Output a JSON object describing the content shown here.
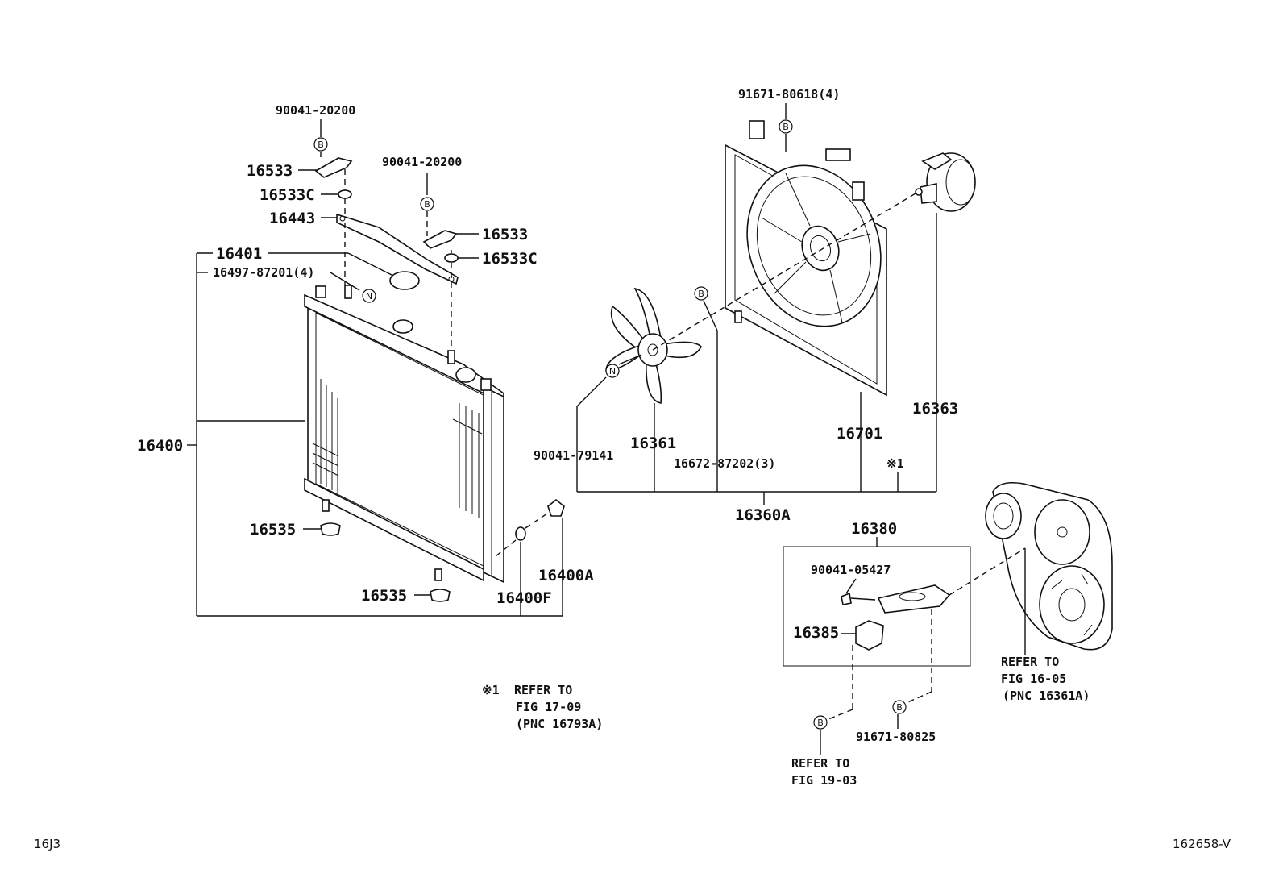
{
  "labels": {
    "p16533_top": "16533",
    "p16533c_top": "16533C",
    "p16443": "16443",
    "p16533_right": "16533",
    "p16533c_right": "16533C",
    "p16401": "16401",
    "p16497": "16497-87201(4)",
    "p16400": "16400",
    "p16535_a": "16535",
    "p16535_b": "16535",
    "p16400a": "16400A",
    "p16400f": "16400F",
    "p90041_20200_a": "90041-20200",
    "p90041_20200_b": "90041-20200",
    "p91671_80618": "91671-80618(4)",
    "p16363": "16363",
    "p16701": "16701",
    "p16361": "16361",
    "p90041_79141": "90041-79141",
    "p16672": "16672-87202(3)",
    "p_ref1": "※1",
    "p16360a": "16360A",
    "p16380": "16380",
    "p90041_05427": "90041-05427",
    "p16385": "16385",
    "p91671_80825": "91671-80825"
  },
  "markers": {
    "b": "B",
    "n": "N"
  },
  "notes": {
    "n1_mark": "※1",
    "n1_l1": "REFER TO",
    "n1_l2": "FIG 17-09",
    "n1_l3": "(PNC 16793A)",
    "n2_l1": "REFER TO",
    "n2_l2": "FIG 19-03",
    "n3_l1": "REFER TO",
    "n3_l2": "FIG 16-05",
    "n3_l3": "(PNC 16361A)"
  },
  "corner": {
    "left": "16J3",
    "right": "162658-V"
  }
}
